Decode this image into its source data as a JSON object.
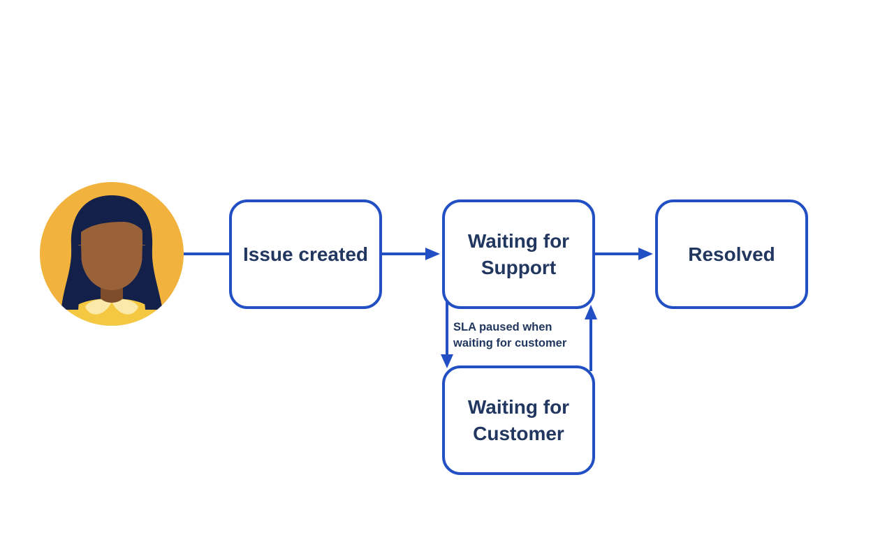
{
  "diagram": {
    "nodes": {
      "issue_created": "Issue created",
      "waiting_support_line1": "Waiting for",
      "waiting_support_line2": "Support",
      "resolved": "Resolved",
      "waiting_customer_line1": "Waiting for",
      "waiting_customer_line2": "Customer"
    },
    "note": {
      "line1": "SLA paused when",
      "line2": "waiting for customer"
    },
    "colors": {
      "accent": "#2250c4",
      "text": "#22375f",
      "avatar_bg": "#f2b23e",
      "hair": "#13204a",
      "skin": "#9a6238",
      "collar": "#fae9a8",
      "shirt": "#f5c842"
    },
    "icons": {
      "avatar": "customer-avatar-icon"
    }
  }
}
